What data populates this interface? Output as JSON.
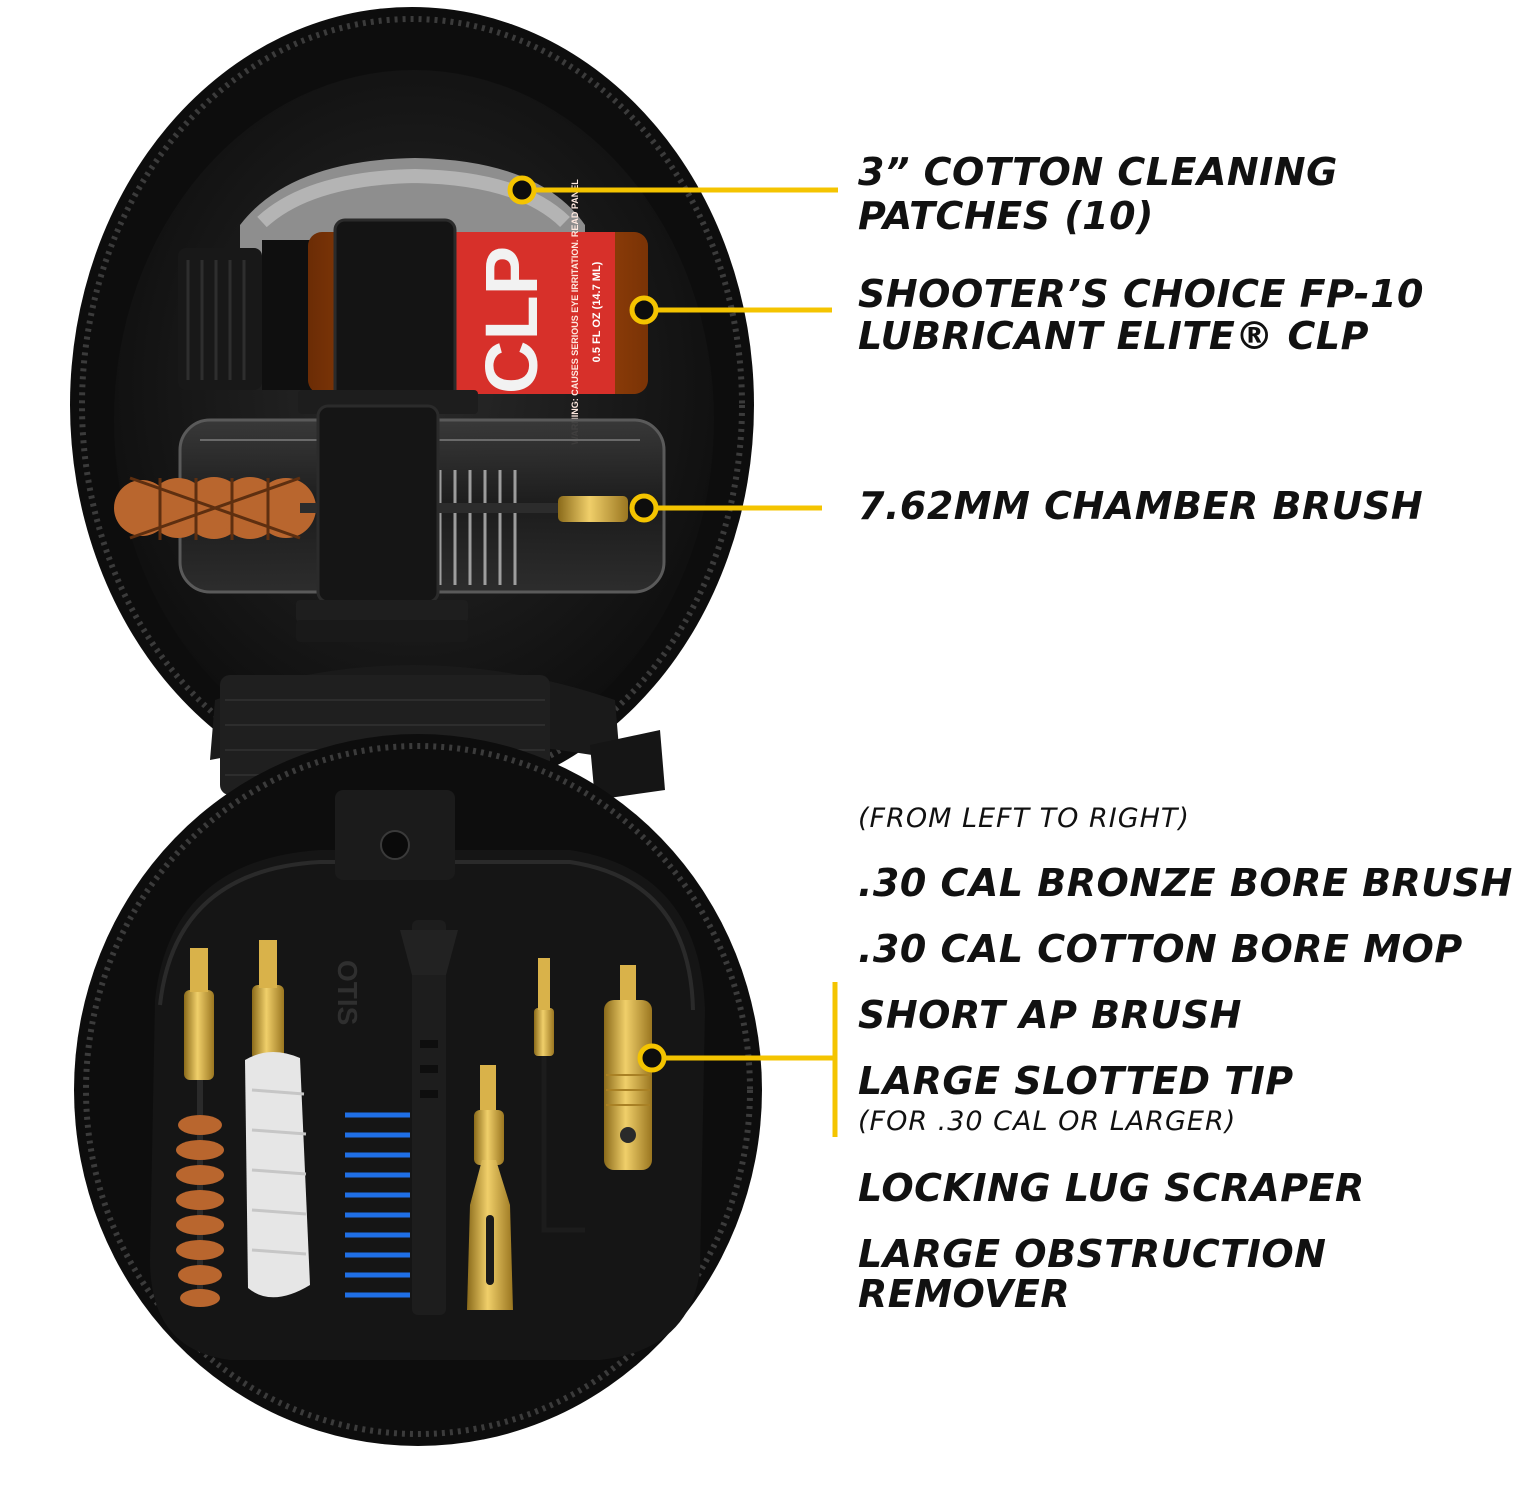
{
  "accent_color": "#f4c400",
  "product_labels": {
    "clp_bottle": "CLP",
    "clp_warning": "WARNING: CAUSES SERIOUS EYE IRRITATION. READ PANEL",
    "clp_volume": "0.5 FL OZ (14.7 ML)",
    "brand_stamp": "OTIS"
  },
  "callouts": {
    "patches": {
      "line1": "3” COTTON CLEANING",
      "line2": "PATCHES (10)"
    },
    "lubricant": {
      "line1": "SHOOTER’S CHOICE FP-10",
      "line2": "LUBRICANT ELITE® CLP"
    },
    "chamber_brush": "7.62MM CHAMBER BRUSH",
    "tools_note": "(FROM LEFT TO RIGHT)",
    "tools": [
      ".30 CAL BRONZE BORE BRUSH",
      ".30 CAL COTTON BORE MOP",
      "SHORT AP BRUSH",
      "LARGE SLOTTED TIP",
      "(FOR .30 CAL OR LARGER)",
      "LOCKING LUG SCRAPER",
      "LARGE OBSTRUCTION",
      "REMOVER"
    ]
  }
}
